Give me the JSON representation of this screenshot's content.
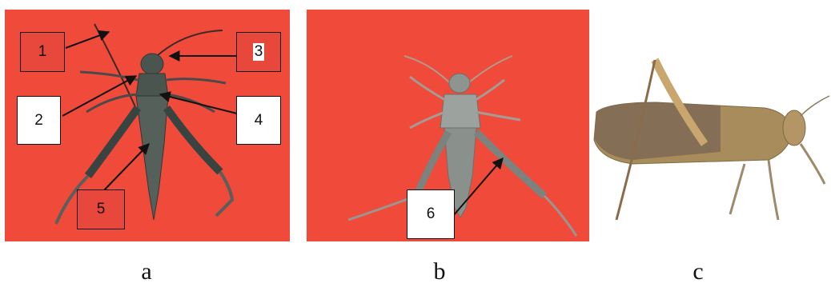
{
  "figure": {
    "panels": [
      {
        "id": "a",
        "caption": "a"
      },
      {
        "id": "b",
        "caption": "b"
      },
      {
        "id": "c",
        "caption": "c"
      }
    ],
    "labels": {
      "l1": "1",
      "l2": "2",
      "l3": "3",
      "l4": "4",
      "l5": "5",
      "l6": "6"
    },
    "colors": {
      "background_red": "#f04a3a",
      "insect_dark": "#3f4a45",
      "insect_brown": "#a88c5c"
    }
  }
}
